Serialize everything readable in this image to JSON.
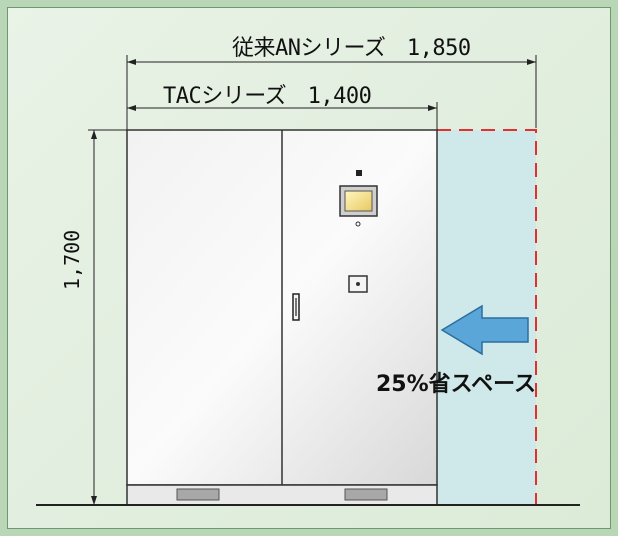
{
  "dimensions": {
    "old_series": "従来ANシリーズ　1,850",
    "tac_series": "TACシリーズ　1,400",
    "height": "1,700"
  },
  "callout": "25%省スペース",
  "colors": {
    "frame": "#b9d7b6",
    "background": "#e3efe0",
    "cabinet": "#e4e4e4",
    "saved_area": "#cfe9ea",
    "dashed_outline": "#e03030",
    "arrow": "#5aa6d8"
  }
}
